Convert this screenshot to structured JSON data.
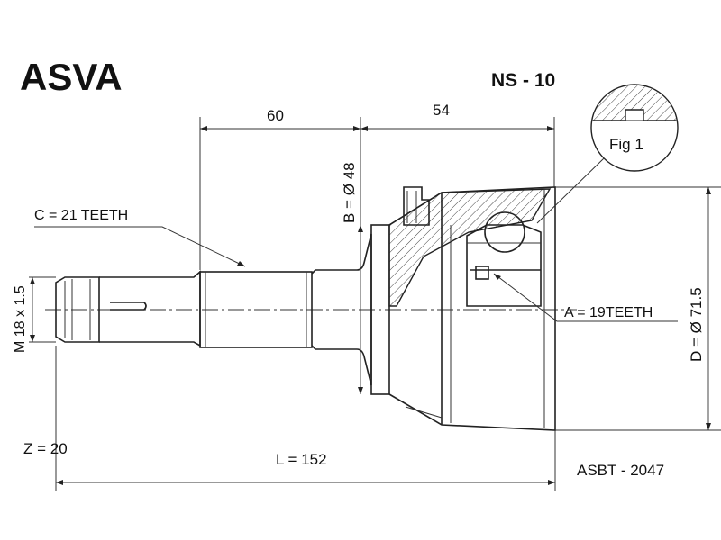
{
  "header": {
    "brand": "ASVA",
    "part_code": "NS - 10"
  },
  "dimensions": {
    "dim_60": "60",
    "dim_54": "54",
    "bore_b": "B = Ø 48",
    "outer_d": "D = Ø 71.5",
    "thread_m": "M 18 x 1.5",
    "length_l": "L = 152",
    "z_count": "Z = 20"
  },
  "callouts": {
    "c_teeth": "C = 21 TEETH",
    "a_teeth": "A = 19TEETH",
    "fig": "Fig 1"
  },
  "footer": {
    "catalog_no": "ASBT - 2047"
  },
  "colors": {
    "ink": "#222222",
    "background": "#ffffff"
  }
}
